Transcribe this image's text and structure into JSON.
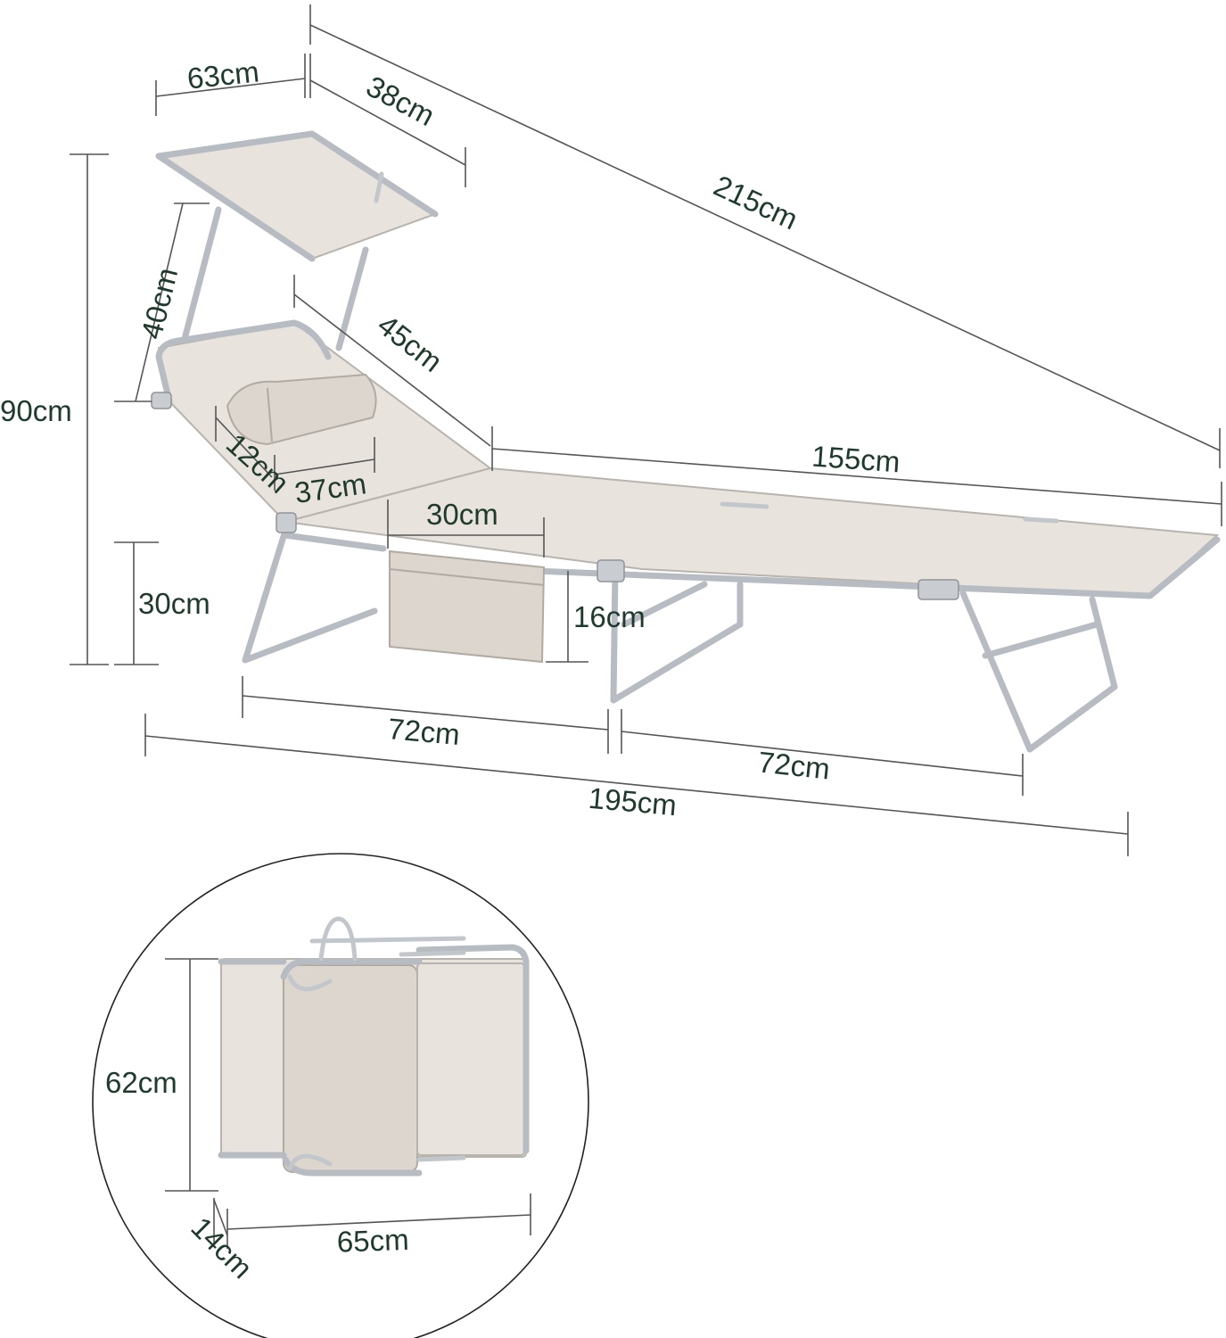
{
  "product": {
    "fabric_color": "#e9e3dd",
    "frame_color": "#b7bcc2",
    "label_color": "#1f3a2c"
  },
  "dimensions": {
    "canopy_width": "63cm",
    "canopy_depth": "38cm",
    "total_length": "215cm",
    "canopy_height": "40cm",
    "backrest_length": "45cm",
    "total_height": "90cm",
    "bed_length": "155cm",
    "pillow_depth": "12cm",
    "pillow_width": "37cm",
    "pocket_width": "30cm",
    "seat_height": "30cm",
    "pocket_height": "16cm",
    "leg_span_1": "72cm",
    "leg_span_2": "72cm",
    "frame_length": "195cm"
  },
  "folded": {
    "height": "62cm",
    "width": "65cm",
    "thickness": "14cm"
  }
}
